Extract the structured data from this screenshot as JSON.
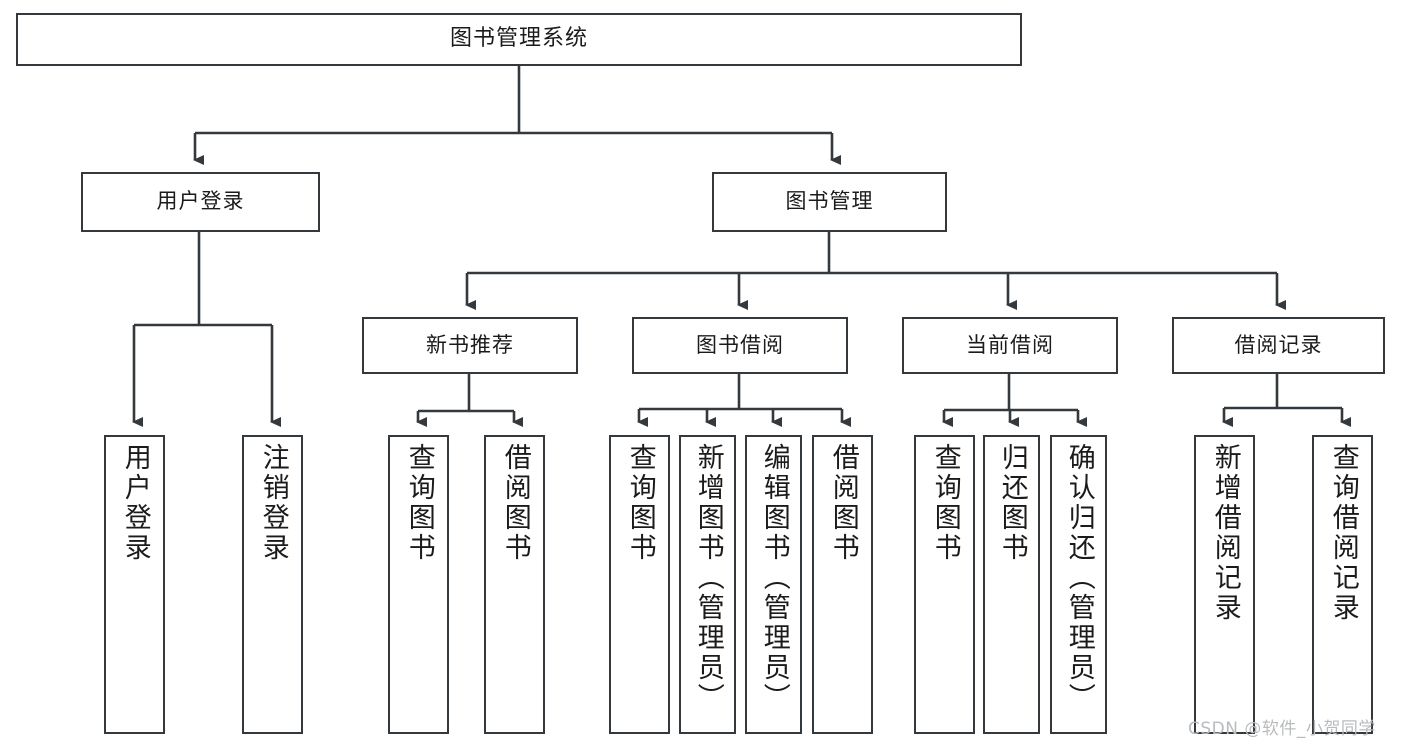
{
  "diagram": {
    "type": "tree",
    "title": "图书管理系统",
    "watermark": "CSDN @软件_小贺同学",
    "colors": {
      "box_border": "#33393d",
      "box_fill": "#ffffff",
      "edge": "#3a3f43",
      "text": "#1b1b1b",
      "watermark": "#b9bbbd"
    },
    "nodes": {
      "root": "图书管理系统",
      "level2": [
        "用户登录",
        "图书管理"
      ],
      "level3": [
        "新书推荐",
        "图书借阅",
        "当前借阅",
        "借阅记录"
      ],
      "leaves": {
        "user_login": [
          "用户登录",
          "注销登录"
        ],
        "new_book_recommend": [
          "查询图书",
          "借阅图书"
        ],
        "book_borrow": [
          "查询图书",
          "新增图书（管理员）",
          "编辑图书（管理员）",
          "借阅图书"
        ],
        "current_borrow": [
          "查询图书",
          "归还图书",
          "确认归还（管理员）"
        ],
        "borrow_record": [
          "新增借阅记录",
          "查询借阅记录"
        ]
      }
    },
    "edges": [
      {
        "from": "图书管理系统",
        "to": "用户登录"
      },
      {
        "from": "图书管理系统",
        "to": "图书管理"
      },
      {
        "from": "用户登录",
        "to": "用户登录"
      },
      {
        "from": "用户登录",
        "to": "注销登录"
      },
      {
        "from": "图书管理",
        "to": "新书推荐"
      },
      {
        "from": "图书管理",
        "to": "图书借阅"
      },
      {
        "from": "图书管理",
        "to": "当前借阅"
      },
      {
        "from": "图书管理",
        "to": "借阅记录"
      },
      {
        "from": "新书推荐",
        "to": "查询图书"
      },
      {
        "from": "新书推荐",
        "to": "借阅图书"
      },
      {
        "from": "图书借阅",
        "to": "查询图书"
      },
      {
        "from": "图书借阅",
        "to": "新增图书（管理员）"
      },
      {
        "from": "图书借阅",
        "to": "编辑图书（管理员）"
      },
      {
        "from": "图书借阅",
        "to": "借阅图书"
      },
      {
        "from": "当前借阅",
        "to": "查询图书"
      },
      {
        "from": "当前借阅",
        "to": "归还图书"
      },
      {
        "from": "当前借阅",
        "to": "确认归还（管理员）"
      },
      {
        "from": "借阅记录",
        "to": "新增借阅记录"
      },
      {
        "from": "借阅记录",
        "to": "查询借阅记录"
      }
    ]
  }
}
